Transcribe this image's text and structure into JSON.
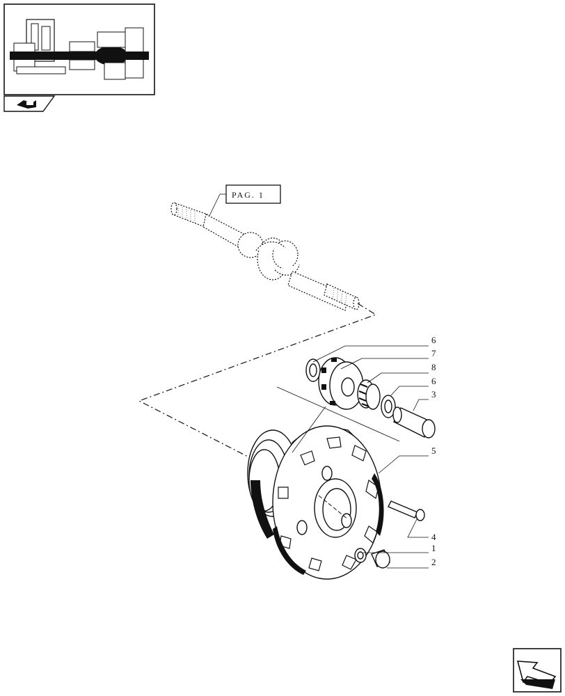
{
  "page_reference": {
    "label": "PAG. 1"
  },
  "callouts": [
    {
      "id": "c6a",
      "label": "6"
    },
    {
      "id": "c7",
      "label": "7"
    },
    {
      "id": "c8",
      "label": "8"
    },
    {
      "id": "c6b",
      "label": "6"
    },
    {
      "id": "c3",
      "label": "3"
    },
    {
      "id": "c5",
      "label": "5"
    },
    {
      "id": "c4",
      "label": "4"
    },
    {
      "id": "c1",
      "label": "1"
    },
    {
      "id": "c2",
      "label": "2"
    }
  ],
  "icons": {
    "thumbnail": "axle-assembly-thumbnail",
    "section_tab": "tractor-section-icon",
    "nav": "next-page-arrow-icon"
  }
}
